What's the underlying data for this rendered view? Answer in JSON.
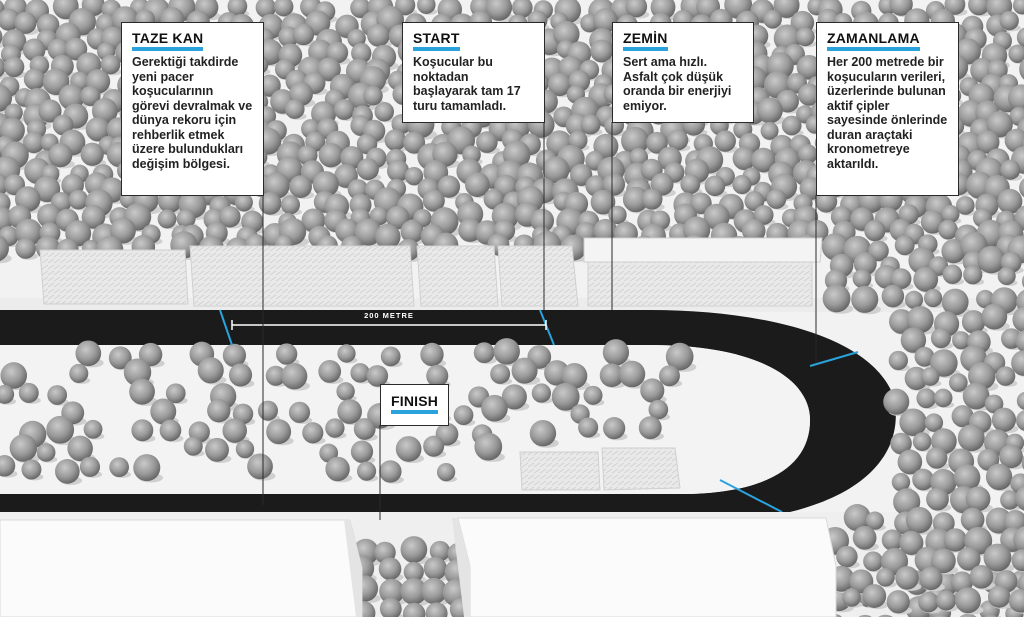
{
  "callouts": {
    "fresh_blood": {
      "title": "TAZE KAN",
      "body": "Gerektiği takdirde yeni pacer koşucularının görevi devralmak ve dünya rekoru için rehberlik etmek üzere bulundukları değişim bölgesi."
    },
    "start": {
      "title": "START",
      "body": "Koşucular bu noktadan başlayarak tam 17 turu tamamladı."
    },
    "surface": {
      "title": "ZEMİN",
      "body": "Sert ama hızlı. Asfalt çok düşük oranda bir enerjiyi emiyor."
    },
    "timing": {
      "title": "ZAMANLAMA",
      "body": "Her 200 metrede bir koşucuların verileri, üzerlerinde bulunan aktif çipler sayesinde önlerinde duran araçtaki kronometreye aktarıldı."
    },
    "finish": {
      "title": "FINISH"
    }
  },
  "track": {
    "distance_label": "200 METRE"
  },
  "colors": {
    "accent": "#2aa3dc",
    "track": "#1b1b1b",
    "leader": "#2a2a2a",
    "tree": "#8f8f8f"
  }
}
